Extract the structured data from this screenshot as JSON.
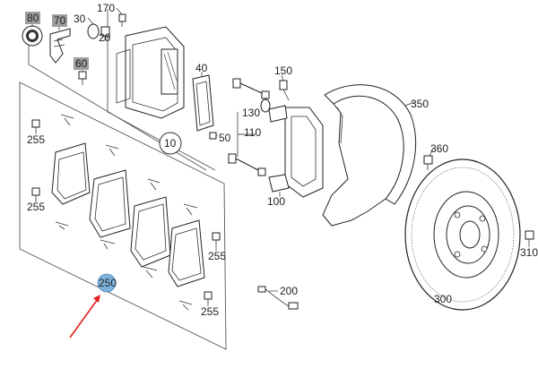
{
  "labels": {
    "p80": "80",
    "p70": "70",
    "p60": "60",
    "p30": "30",
    "p170": "170",
    "p20": "20",
    "p40": "40",
    "p150": "150",
    "p130": "130",
    "p110": "110",
    "p10": "10",
    "p50": "50",
    "p255a": "255",
    "p255b": "255",
    "p255c": "255",
    "p255d": "255",
    "p350": "350",
    "p360": "360",
    "p100": "100",
    "p310": "310",
    "p300": "300",
    "p200": "200",
    "p250": "250"
  },
  "colors": {
    "highlight": "#7fb3dc",
    "pointer_arrow": "#e0201b",
    "gray_label_bg": "#9e9e9e"
  }
}
